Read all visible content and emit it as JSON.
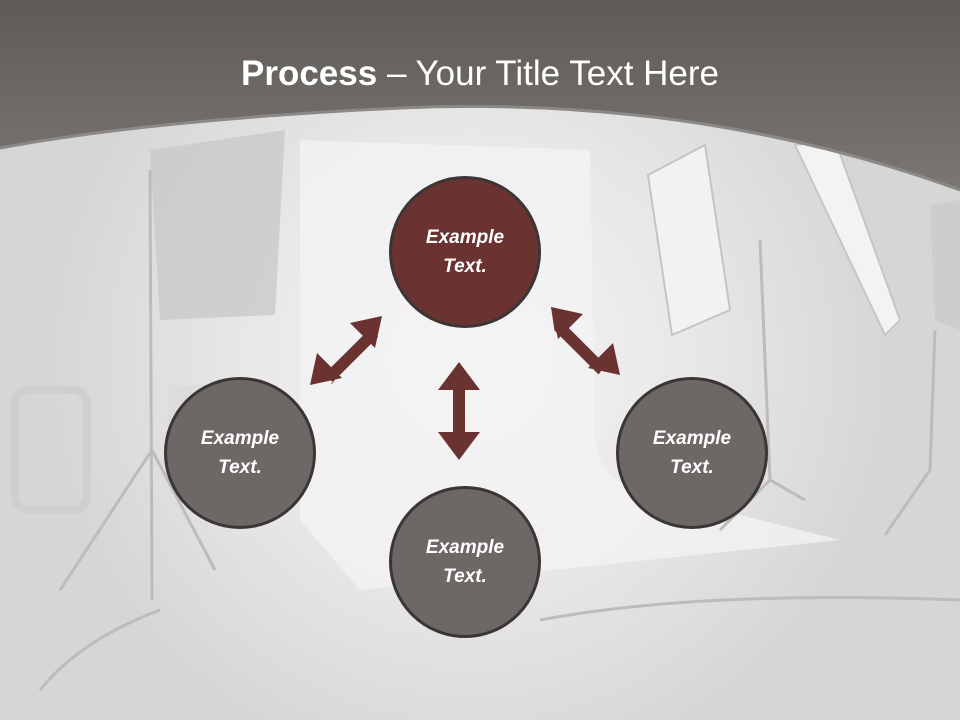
{
  "slide": {
    "title_bold": "Process",
    "title_rest": " – Your Title Text Here"
  },
  "nodes": [
    {
      "id": "top",
      "text": "Example Text.",
      "fill": "#6b3232"
    },
    {
      "id": "left",
      "text": "Example Text.",
      "fill": "#6d6866"
    },
    {
      "id": "right",
      "text": "Example Text.",
      "fill": "#6d6866"
    },
    {
      "id": "bottom",
      "text": "Example Text.",
      "fill": "#6d6866"
    }
  ],
  "colors": {
    "header_band": "#6f6b68",
    "arrow": "#6b3232",
    "node_border": "#3b3635",
    "title_text": "#ffffff"
  }
}
